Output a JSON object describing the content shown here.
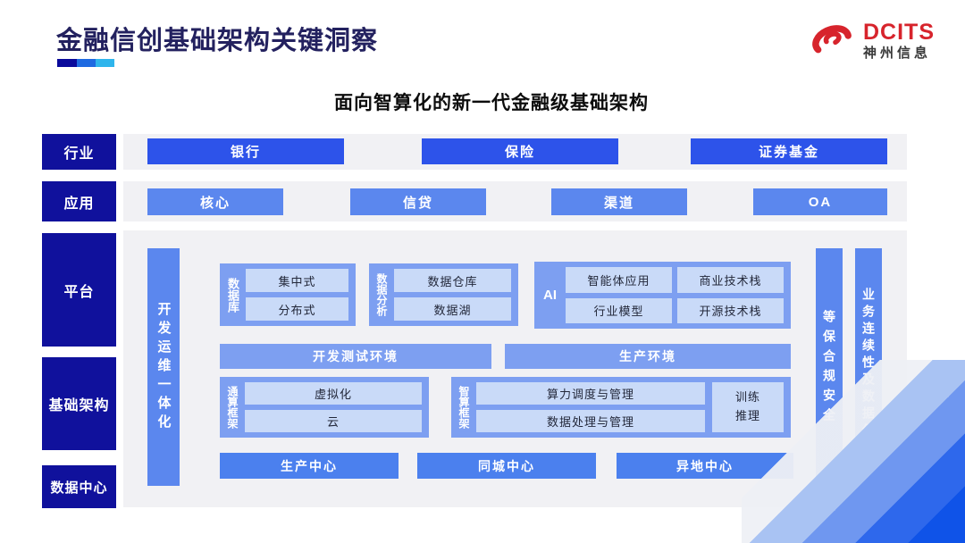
{
  "header": {
    "title": "金融信创基础架构关键洞察"
  },
  "logo": {
    "brand": "DCITS",
    "company": "神州信息"
  },
  "diagram": {
    "subtitle": "面向智算化的新一代金融级基础架构",
    "row_labels": {
      "industry": "行业",
      "application": "应用",
      "platform": "平台",
      "infrastructure": "基础架构",
      "datacenter": "数据中心"
    },
    "industry_row": [
      "银行",
      "保险",
      "证券基金"
    ],
    "application_row": [
      "核心",
      "信贷",
      "渠道",
      "OA"
    ],
    "left_bar": "开发运维一体化",
    "right_bar_compliance": "等保合规安全",
    "right_bar_continuity": "业务连续性及数据保护",
    "groups": {
      "database": {
        "label": "数据库",
        "items": [
          "集中式",
          "分布式"
        ]
      },
      "analytics": {
        "label": "数据分析",
        "items": [
          "数据仓库",
          "数据湖"
        ]
      },
      "ai": {
        "label": "AI",
        "items": [
          "智能体应用",
          "商业技术栈",
          "行业模型",
          "开源技术栈"
        ]
      },
      "general_compute": {
        "label": "通算框架",
        "items": [
          "虚拟化",
          "云"
        ]
      },
      "intelligent_compute": {
        "label": "智算框架",
        "items": [
          "算力调度与管理",
          "数据处理与管理"
        ],
        "side_item": "训练推理"
      }
    },
    "env_row": [
      "开发测试环境",
      "生产环境"
    ],
    "datacenter_row": [
      "生产中心",
      "同城中心",
      "异地中心"
    ]
  },
  "colors": {
    "brand_red": "#d7242c",
    "title_navy": "#23215f",
    "label_navy": "#10119c",
    "primary_blue": "#2d53ea",
    "mid_blue": "#5b87ee",
    "group_blue": "#7d9ff1",
    "chip_blue": "#c9daf8",
    "datacenter_blue": "#4b80ee",
    "panel_gray": "#f1f1f4"
  }
}
